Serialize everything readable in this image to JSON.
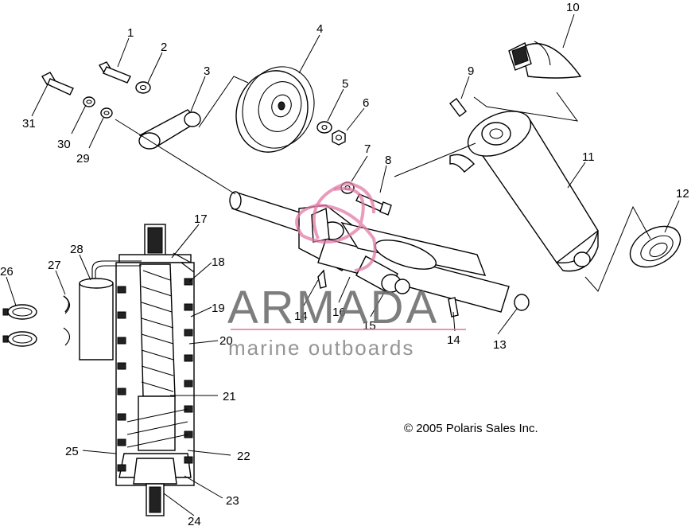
{
  "callouts": [
    {
      "id": "1",
      "text": "1"
    },
    {
      "id": "2",
      "text": "2"
    },
    {
      "id": "3",
      "text": "3"
    },
    {
      "id": "4",
      "text": "4"
    },
    {
      "id": "5",
      "text": "5"
    },
    {
      "id": "6",
      "text": "6"
    },
    {
      "id": "7",
      "text": "7"
    },
    {
      "id": "8",
      "text": "8"
    },
    {
      "id": "9",
      "text": "9"
    },
    {
      "id": "10",
      "text": "10"
    },
    {
      "id": "11",
      "text": "11"
    },
    {
      "id": "12",
      "text": "12"
    },
    {
      "id": "13",
      "text": "13"
    },
    {
      "id": "14a",
      "text": "14"
    },
    {
      "id": "14b",
      "text": "14"
    },
    {
      "id": "15",
      "text": "15"
    },
    {
      "id": "16",
      "text": "16"
    },
    {
      "id": "17",
      "text": "17"
    },
    {
      "id": "18",
      "text": "18"
    },
    {
      "id": "19",
      "text": "19"
    },
    {
      "id": "20",
      "text": "20"
    },
    {
      "id": "21",
      "text": "21"
    },
    {
      "id": "22",
      "text": "22"
    },
    {
      "id": "23",
      "text": "23"
    },
    {
      "id": "24",
      "text": "24"
    },
    {
      "id": "25",
      "text": "25"
    },
    {
      "id": "26",
      "text": "26"
    },
    {
      "id": "27",
      "text": "27"
    },
    {
      "id": "28",
      "text": "28"
    },
    {
      "id": "29",
      "text": "29"
    },
    {
      "id": "30",
      "text": "30"
    },
    {
      "id": "31",
      "text": "31"
    }
  ],
  "copyright": "© 2005 Polaris Sales Inc.",
  "watermark": {
    "title": "ARMADA",
    "subtitle": "marine outboards",
    "accent_color": "#e27aa6"
  }
}
